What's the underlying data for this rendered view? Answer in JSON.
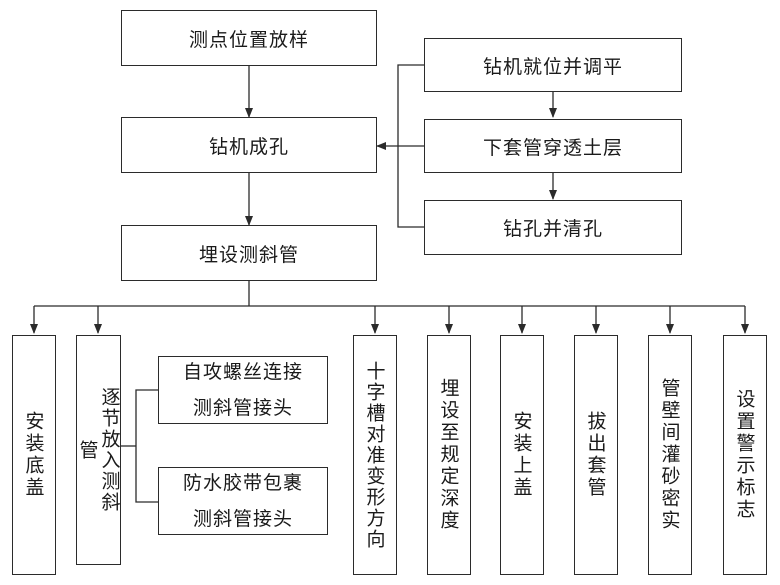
{
  "colors": {
    "line": "#2b2b2b",
    "text": "#1a1a1a"
  },
  "main": {
    "n1": "测点位置放样",
    "n2": "钻机成孔",
    "n3": "埋设测斜管"
  },
  "side": {
    "s1": "钻机就位并调平",
    "s2": "下套管穿透土层",
    "s3": "钻孔并清孔"
  },
  "steps": {
    "b1": "安装底盖",
    "b2": "逐节放入测斜管",
    "b3": "十字槽对准变形方向",
    "b4": "埋设至规定深度",
    "b5": "安装上盖",
    "b6": "拔出套管",
    "b7": "管壁间灌砂密实",
    "b8": "设置警示标志"
  },
  "joints": {
    "j1_line1": "自攻螺丝连接",
    "j1_line2": "测斜管接头",
    "j2_line1": "防水胶带包裹",
    "j2_line2": "测斜管接头"
  }
}
